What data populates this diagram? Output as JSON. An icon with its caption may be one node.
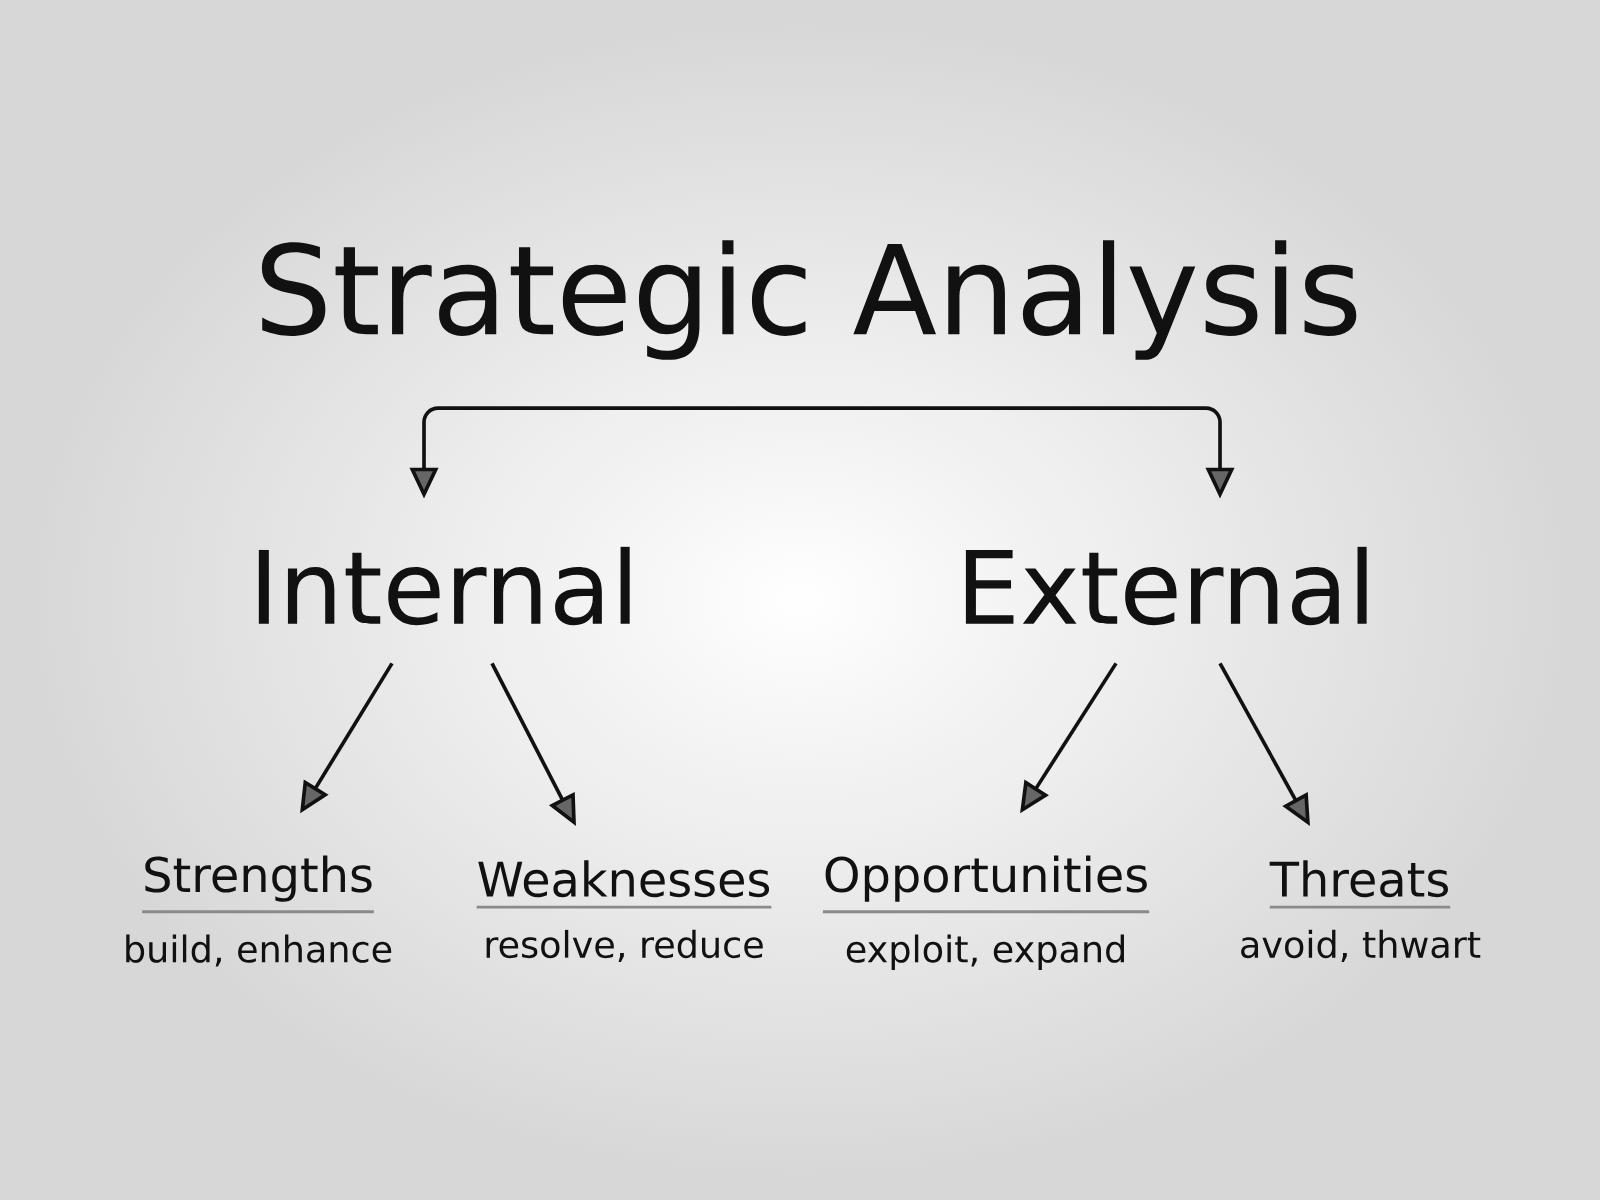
{
  "diagram": {
    "nodes": [
      {
        "text": [
          "Strategic Analysis"
        ]
      },
      {
        "text": [
          "Internal"
        ]
      },
      {
        "text": [
          "External"
        ]
      },
      {
        "text": [
          "Strengths",
          "build, enhance"
        ]
      },
      {
        "text": [
          "Weaknesses",
          "resolve, reduce"
        ]
      },
      {
        "text": [
          "Opportunities",
          "exploit, expand"
        ]
      },
      {
        "text": [
          "Threats",
          "avoid, thwart"
        ]
      }
    ],
    "edges": [
      {
        "from": 0,
        "to": 1,
        "arrow": "to"
      },
      {
        "from": 0,
        "to": 2,
        "arrow": "to"
      },
      {
        "from": 1,
        "to": 3,
        "arrow": "to"
      },
      {
        "from": 1,
        "to": 4,
        "arrow": "to"
      },
      {
        "from": 2,
        "to": 5,
        "arrow": "to"
      },
      {
        "from": 2,
        "to": 6,
        "arrow": "to"
      }
    ]
  }
}
